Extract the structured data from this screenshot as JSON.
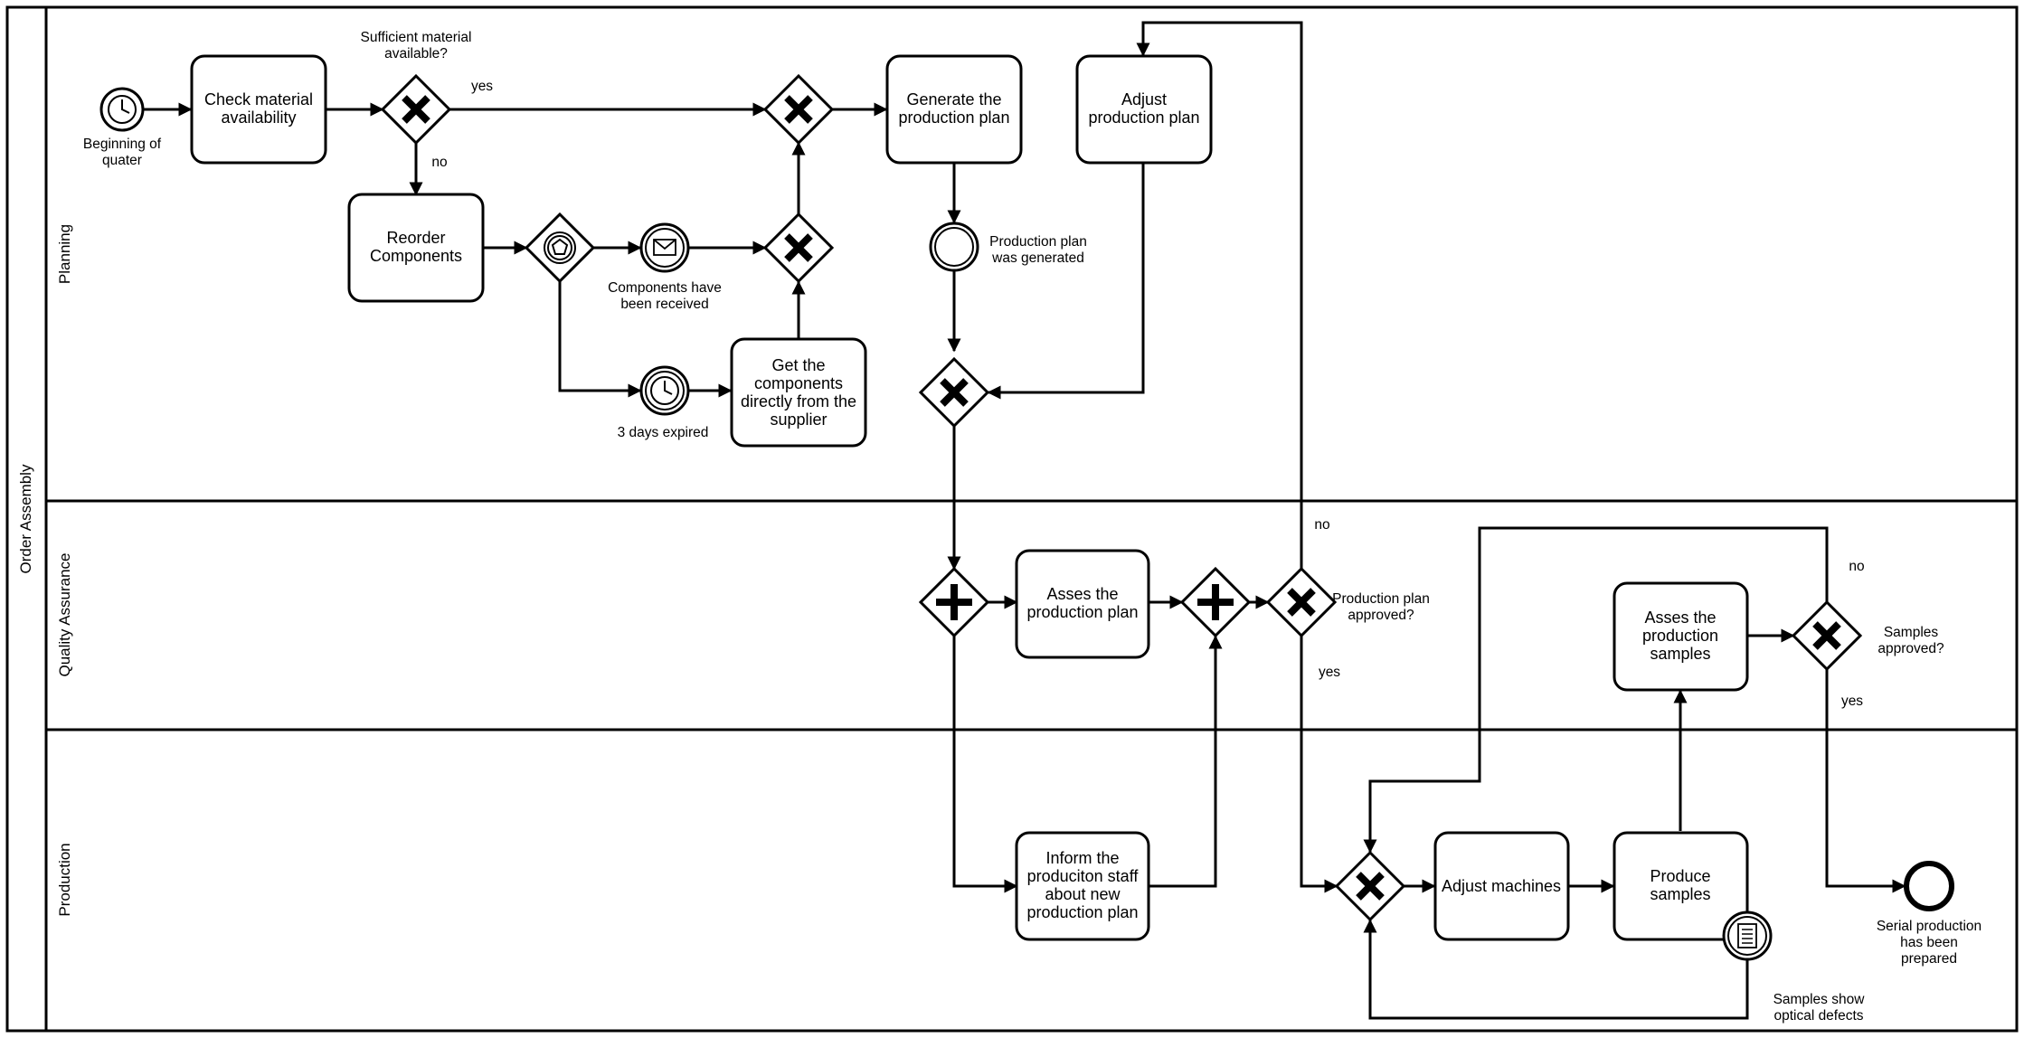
{
  "diagram": {
    "pool": "Order Assembly",
    "lanes": {
      "planning": "Planning",
      "quality": "Quality Assurance",
      "production": "Production"
    },
    "events": {
      "start": [
        "Beginning of",
        "quater"
      ],
      "components_received": [
        "Components have",
        "been received"
      ],
      "days_expired": [
        "3 days expired"
      ],
      "plan_generated": [
        "Production plan",
        "was generated"
      ],
      "end": [
        "Serial production",
        "has been",
        "prepared"
      ],
      "optical_defects": [
        "Samples show",
        "optical defects"
      ]
    },
    "tasks": {
      "check_material": [
        "Check material",
        "availability"
      ],
      "reorder": [
        "Reorder",
        "Components"
      ],
      "get_components": [
        "Get the",
        "components",
        "directly from the",
        "supplier"
      ],
      "generate_plan": [
        "Generate the",
        "production plan"
      ],
      "adjust_plan": [
        "Adjust",
        "production plan"
      ],
      "assess_plan": [
        "Asses the",
        "production plan"
      ],
      "inform_staff": [
        "Inform the",
        "produciton staff",
        "about new",
        "production plan"
      ],
      "adjust_machines": [
        "Adjust machines"
      ],
      "produce_samples": [
        "Produce",
        "samples"
      ],
      "assess_samples": [
        "Asses the",
        "production",
        "samples"
      ]
    },
    "gateways": {
      "sufficient": [
        "Sufficient material",
        "available?"
      ],
      "plan_approved": [
        "Production plan",
        "approved?"
      ],
      "samples_approved": [
        "Samples",
        "approved?"
      ]
    },
    "flow_labels": {
      "yes_material": "yes",
      "no_material": "no",
      "no_plan": "no",
      "yes_plan": "yes",
      "no_samples": "no",
      "yes_samples": "yes"
    }
  }
}
